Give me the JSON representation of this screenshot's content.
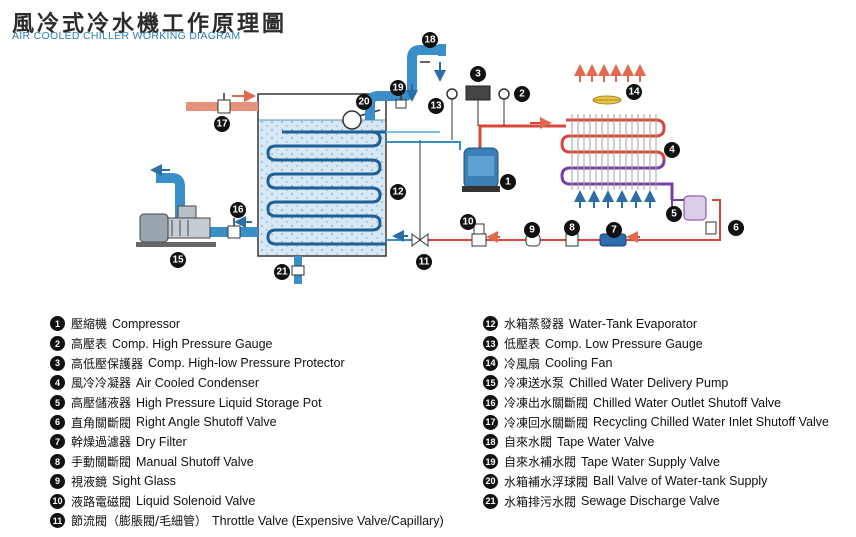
{
  "header": {
    "title_cn": "風冷式冷水機工作原理圖",
    "title_en": "AIR COOLED CHILLER WORKING DIAGRAM"
  },
  "colors": {
    "pipe_blue": "#3a8fc8",
    "pipe_blue_light": "#7cc0ea",
    "pipe_red": "#d8473a",
    "pipe_purple": "#7a3fa0",
    "arrow_red": "#e0694f",
    "tank_fill": "#cfe3f2",
    "coil": "#1e5f95"
  },
  "badges": [
    {
      "n": "1"
    },
    {
      "n": "2"
    },
    {
      "n": "3"
    },
    {
      "n": "4"
    },
    {
      "n": "5"
    },
    {
      "n": "6"
    },
    {
      "n": "7"
    },
    {
      "n": "8"
    },
    {
      "n": "9"
    },
    {
      "n": "10"
    },
    {
      "n": "11"
    },
    {
      "n": "12"
    },
    {
      "n": "13"
    },
    {
      "n": "14"
    },
    {
      "n": "15"
    },
    {
      "n": "16"
    },
    {
      "n": "17"
    },
    {
      "n": "18"
    },
    {
      "n": "19"
    },
    {
      "n": "20"
    },
    {
      "n": "21"
    }
  ],
  "legend_left": [
    {
      "n": "1",
      "cn": "壓縮機",
      "en": "Compressor"
    },
    {
      "n": "2",
      "cn": "高壓表",
      "en": "Comp. High Pressure Gauge"
    },
    {
      "n": "3",
      "cn": "高低壓保護器",
      "en": "Comp. High-low Pressure Protector"
    },
    {
      "n": "4",
      "cn": "風冷冷凝器",
      "en": "Air Cooled Condenser"
    },
    {
      "n": "5",
      "cn": "高壓儲液器",
      "en": "High Pressure Liquid Storage Pot"
    },
    {
      "n": "6",
      "cn": "直角關斷閥",
      "en": "Right Angle Shutoff Valve"
    },
    {
      "n": "7",
      "cn": "幹燥過濾器",
      "en": "Dry Filter"
    },
    {
      "n": "8",
      "cn": "手動關斷閥",
      "en": "Manual Shutoff Valve"
    },
    {
      "n": "9",
      "cn": "視液鏡",
      "en": "Sight Glass"
    },
    {
      "n": "10",
      "cn": "液路電磁閥",
      "en": "Liquid Solenoid Valve"
    },
    {
      "n": "11",
      "cn": "節流閥（膨脹閥/毛細管）",
      "en": "Throttle Valve (Expensive Valve/Capillary)"
    }
  ],
  "legend_right": [
    {
      "n": "12",
      "cn": "水箱蒸發器",
      "en": "Water-Tank Evaporator"
    },
    {
      "n": "13",
      "cn": "低壓表",
      "en": "Comp. Low Pressure Gauge"
    },
    {
      "n": "14",
      "cn": "冷風扇",
      "en": "Cooling Fan"
    },
    {
      "n": "15",
      "cn": "冷凍送水泵",
      "en": "Chilled Water Delivery Pump"
    },
    {
      "n": "16",
      "cn": "冷凍出水關斷閥",
      "en": "Chilled Water Outlet Shutoff Valve"
    },
    {
      "n": "17",
      "cn": "冷凍回水關斷閥",
      "en": "Recycling Chilled Water Inlet Shutoff Valve"
    },
    {
      "n": "18",
      "cn": "自來水閥",
      "en": "Tape Water Valve"
    },
    {
      "n": "19",
      "cn": "自來水補水閥",
      "en": "Tape Water Supply Valve"
    },
    {
      "n": "20",
      "cn": "水箱補水浮球閥",
      "en": "Ball Valve of Water-tank Supply"
    },
    {
      "n": "21",
      "cn": "水箱排污水閥",
      "en": "Sewage Discharge Valve"
    }
  ]
}
